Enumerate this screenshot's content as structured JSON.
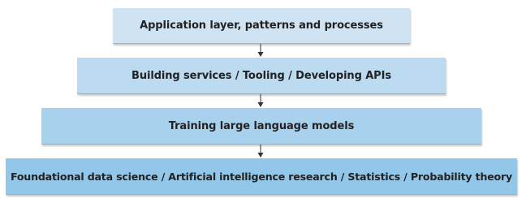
{
  "diagram": {
    "layers": [
      {
        "label": "Application layer, patterns and processes"
      },
      {
        "label": "Building services / Tooling / Developing APIs"
      },
      {
        "label": "Training large language models"
      },
      {
        "label": "Foundational data science / Artificial intelligence research / Statistics / Probability theory"
      }
    ],
    "colors": {
      "layer_1_fill": "#cfe3f2",
      "layer_2_fill": "#bcdaf0",
      "layer_3_fill": "#a8d1ed",
      "layer_4_fill": "#92c7ea",
      "text": "#222222",
      "connector": "#333333"
    },
    "connector_icon": "arrow-down-icon"
  }
}
